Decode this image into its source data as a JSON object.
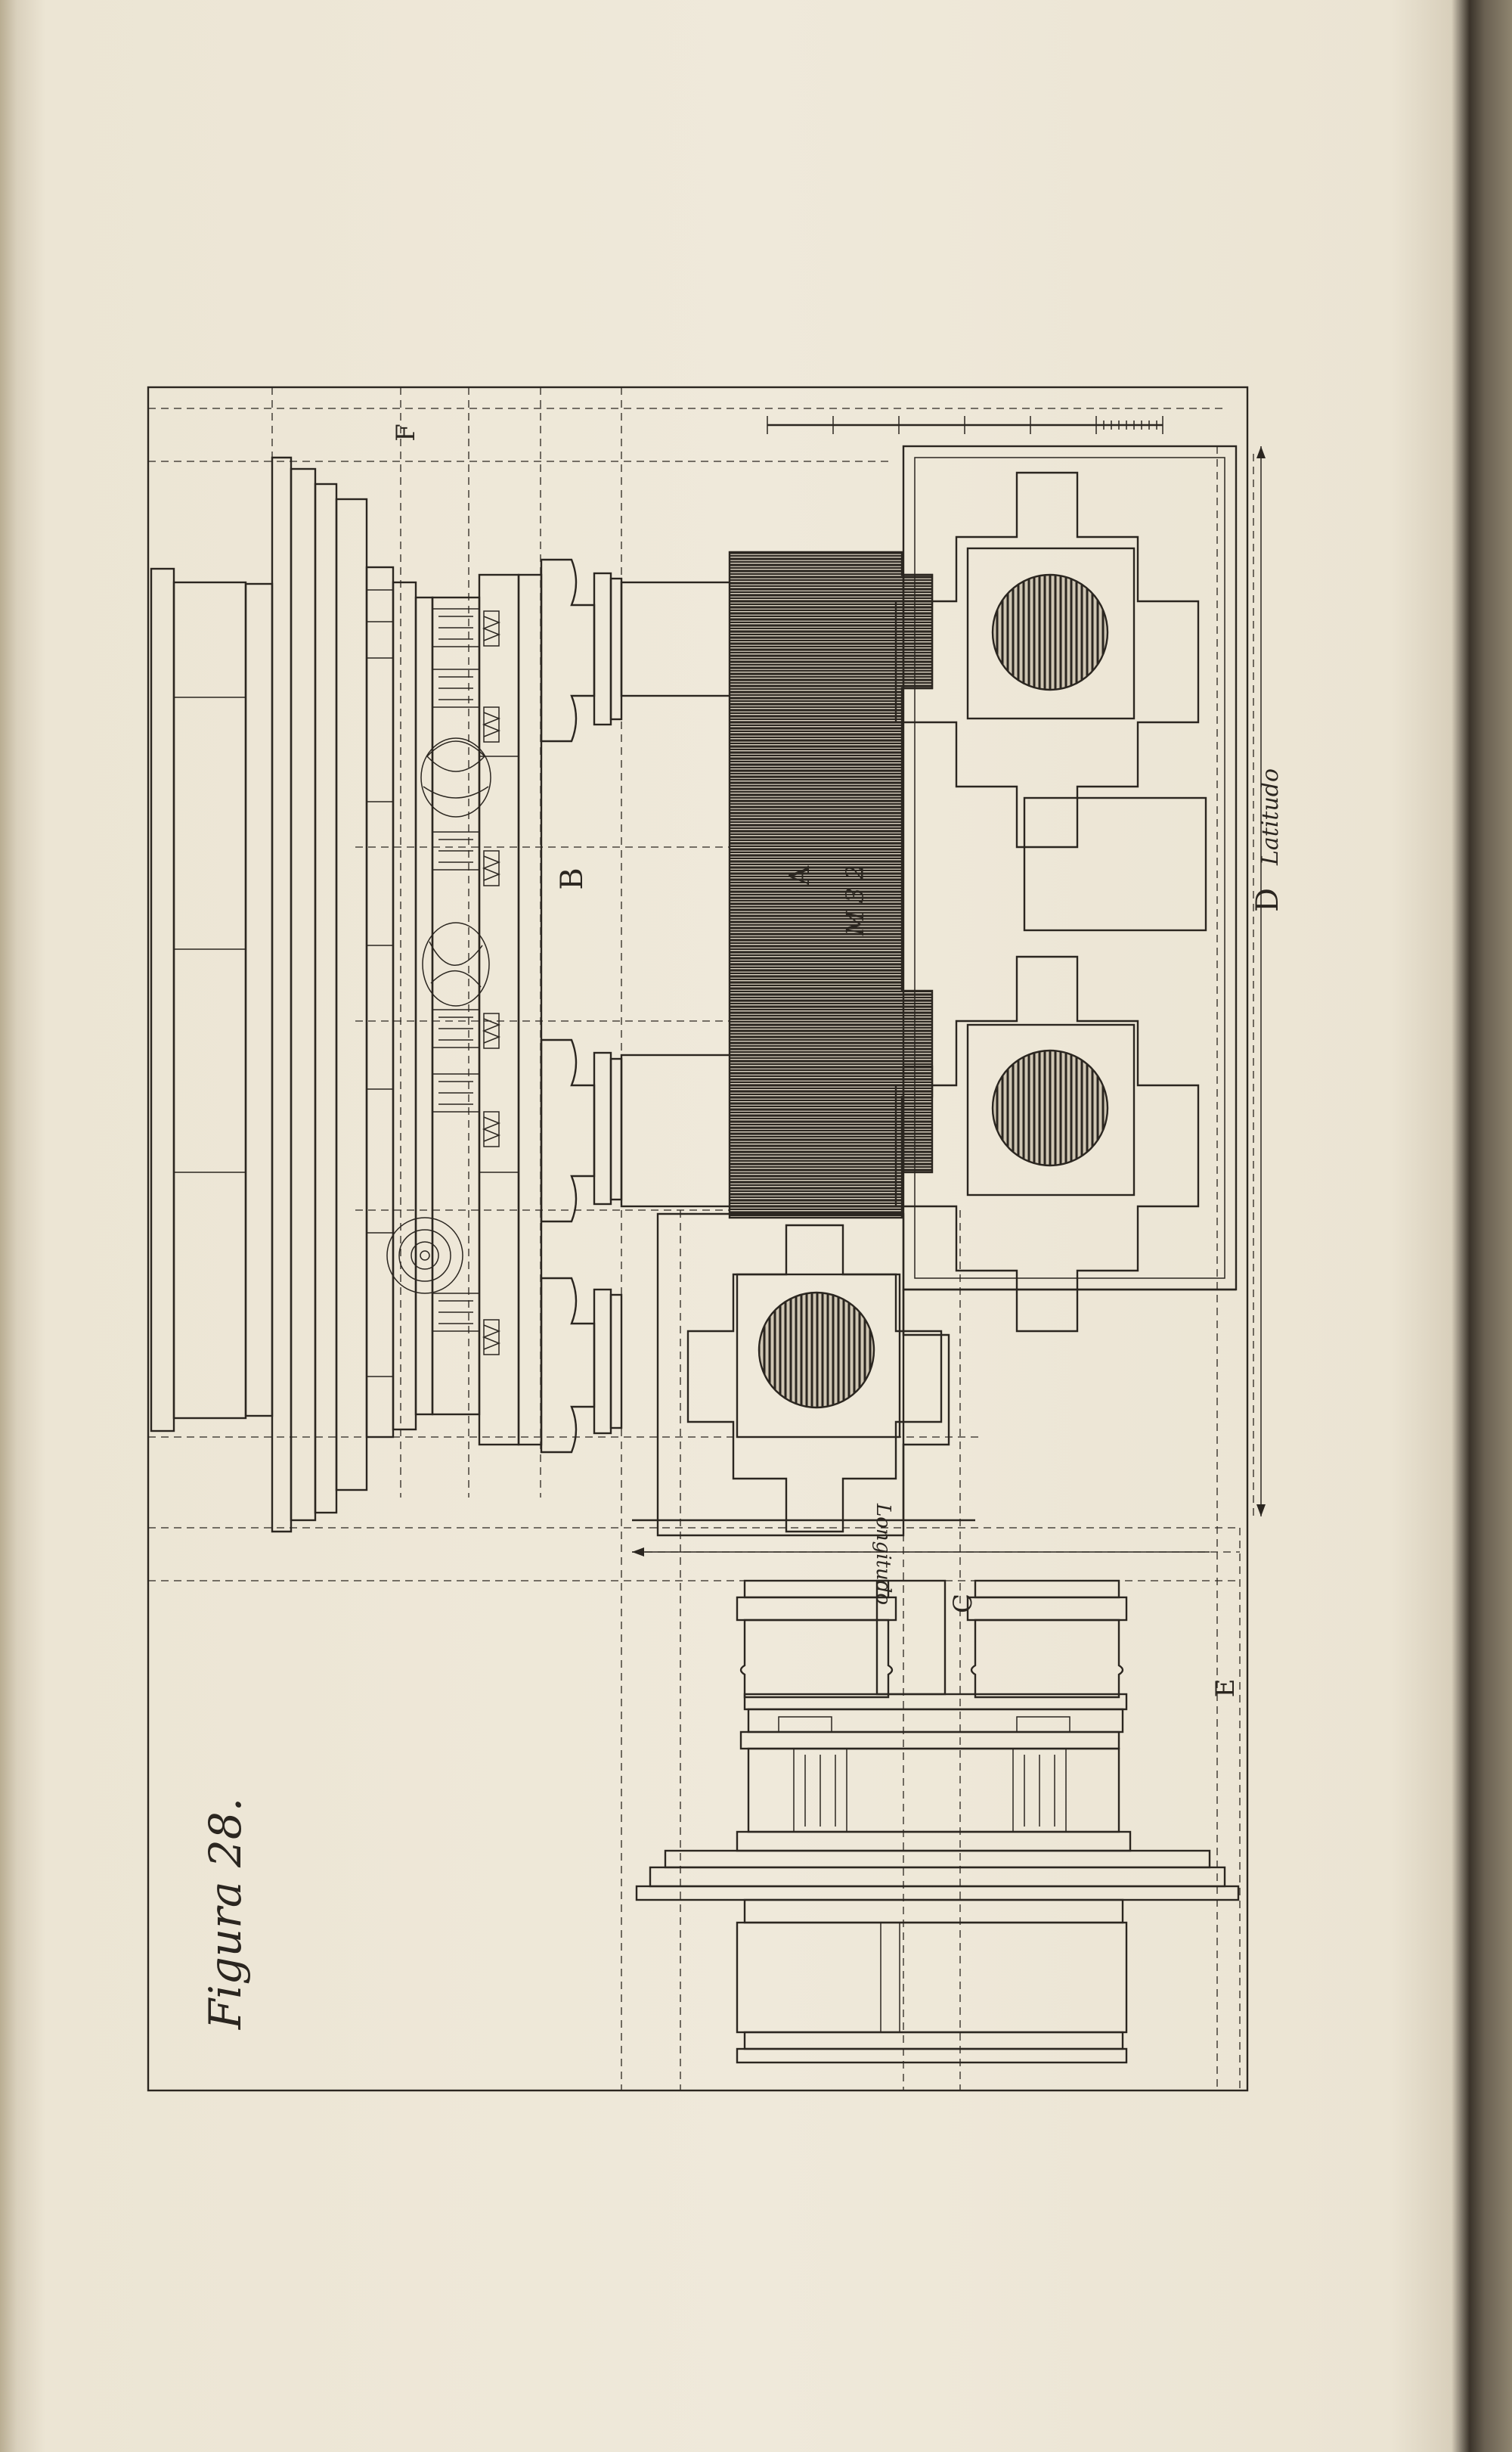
{
  "figure": {
    "caption": "Figura 28.",
    "labels": {
      "A": "A",
      "B": "B",
      "C": "C",
      "D": "D",
      "E": "E",
      "F": "F",
      "wall_mark": "M 3 2"
    },
    "annotations": {
      "latitude": "Latitudo",
      "longitude": "Longitudo"
    }
  }
}
